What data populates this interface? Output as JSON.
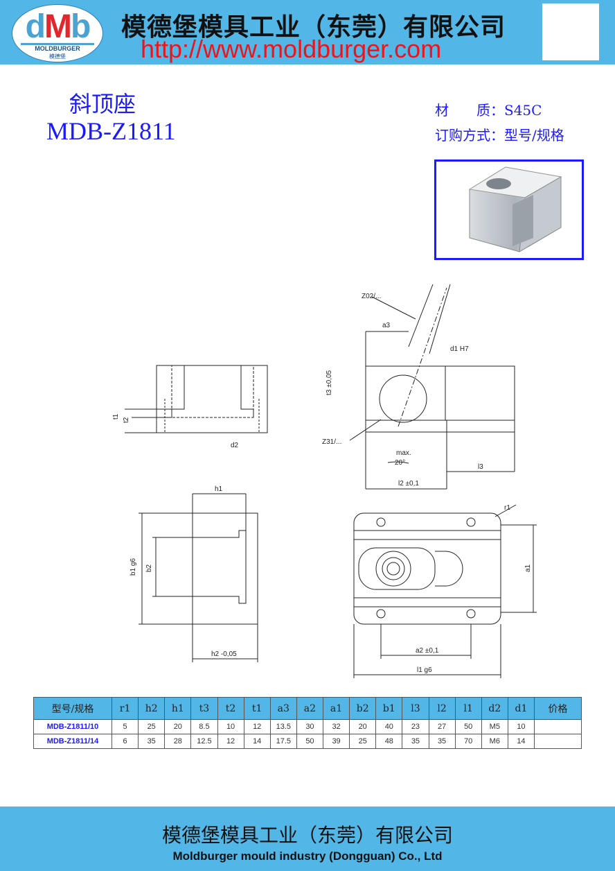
{
  "header": {
    "logo_text": "dMb",
    "logo_brand": "MOLDBURGER",
    "logo_cn": "模德堡",
    "company": "模德堡模具工业（东莞）有限公司",
    "url": "http://www.moldburger.com"
  },
  "product": {
    "name_cn": "斜顶座",
    "code": "MDB-Z1811",
    "material_label": "材　　质：",
    "material": "S45C",
    "order_label": "订购方式：",
    "order": "型号/规格"
  },
  "drawing": {
    "z02": "Z02/...",
    "a3": "a3",
    "d1": "d1 H7",
    "t3": "t3 ±0,05",
    "z31": "Z31/...",
    "max": "max.",
    "angle": "20°",
    "l2": "l2 ±0,1",
    "l3": "l3",
    "t1": "t1",
    "t2": "t2",
    "d2": "d2",
    "h1": "h1",
    "b1": "b1 g6",
    "b2": "b2",
    "h2": "h2 -0,05",
    "r1": "r1",
    "a1": "a1",
    "a2": "a2 ±0,1",
    "l1": "l1 g6"
  },
  "table": {
    "headers": [
      "型号/规格",
      "r1",
      "h2",
      "h1",
      "t3",
      "t2",
      "t1",
      "a3",
      "a2",
      "a1",
      "b2",
      "b1",
      "l3",
      "l2",
      "l1",
      "d2",
      "d1",
      "价格"
    ],
    "rows": [
      [
        "MDB-Z1811/10",
        "5",
        "25",
        "20",
        "8.5",
        "10",
        "12",
        "13.5",
        "30",
        "32",
        "20",
        "40",
        "23",
        "27",
        "50",
        "M5",
        "10",
        ""
      ],
      [
        "MDB-Z1811/14",
        "6",
        "35",
        "28",
        "12.5",
        "12",
        "14",
        "17.5",
        "50",
        "39",
        "25",
        "48",
        "35",
        "35",
        "70",
        "M6",
        "14",
        ""
      ]
    ]
  },
  "footer": {
    "company_cn": "模德堡模具工业（东莞）有限公司",
    "company_en": "Moldburger mould industry (Dongguan) Co., Ltd"
  }
}
